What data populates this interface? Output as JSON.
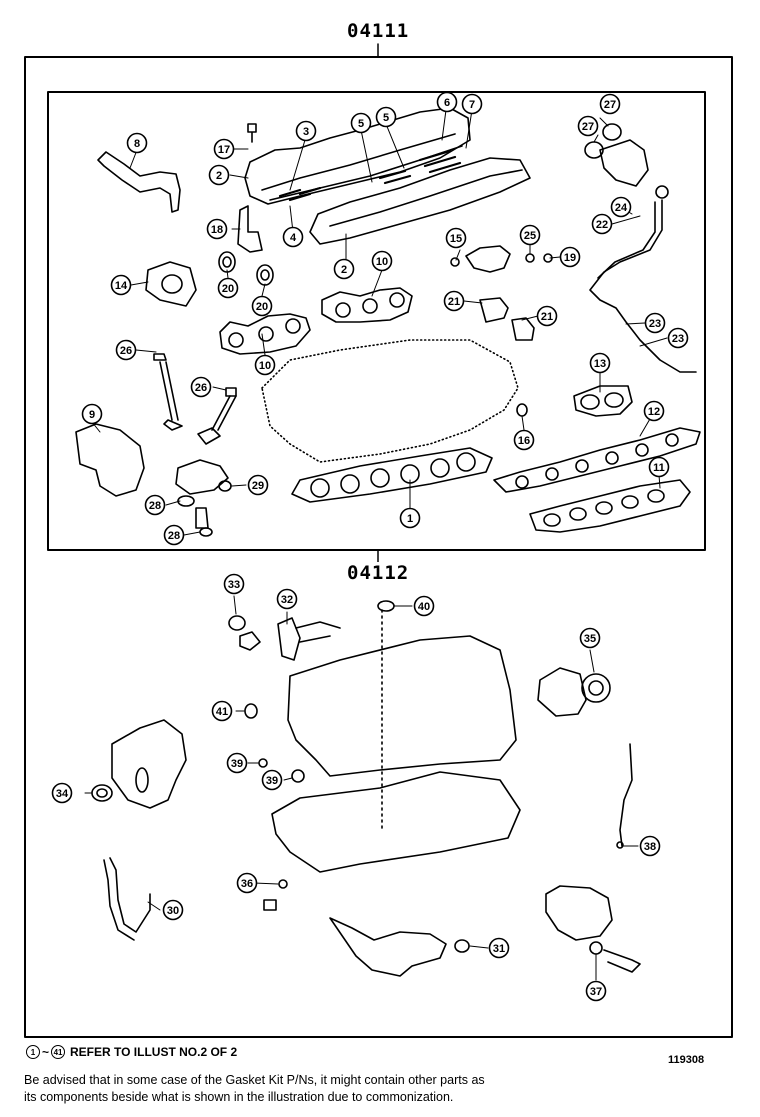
{
  "groups": {
    "upper_code": "04111",
    "lower_code": "04112"
  },
  "footer": {
    "range_start": "1",
    "range_tilde": "~",
    "range_end": "41",
    "refer_text": "REFER TO ILLUST NO.2 OF 2",
    "illustration_no": "119308",
    "disclaimer_line1": "Be advised that in some case of the Gasket Kit P/Ns,  it might contain other parts as",
    "disclaimer_line2": "its components beside what is shown in the illustration due to commonization."
  },
  "callouts": {
    "c1": "1",
    "c2a": "2",
    "c2b": "2",
    "c3": "3",
    "c4": "4",
    "c5a": "5",
    "c5b": "5",
    "c6": "6",
    "c7": "7",
    "c8": "8",
    "c9": "9",
    "c10a": "10",
    "c10b": "10",
    "c11": "11",
    "c12": "12",
    "c13": "13",
    "c14": "14",
    "c15": "15",
    "c16": "16",
    "c17": "17",
    "c18": "18",
    "c19": "19",
    "c20a": "20",
    "c20b": "20",
    "c21a": "21",
    "c21b": "21",
    "c22": "22",
    "c23a": "23",
    "c23b": "23",
    "c24": "24",
    "c25": "25",
    "c26a": "26",
    "c26b": "26",
    "c27a": "27",
    "c27b": "27",
    "c28a": "28",
    "c28b": "28",
    "c29": "29",
    "c30": "30",
    "c31": "31",
    "c32": "32",
    "c33": "33",
    "c34": "34",
    "c35": "35",
    "c36": "36",
    "c37": "37",
    "c38": "38",
    "c39a": "39",
    "c39b": "39",
    "c40": "40",
    "c41": "41"
  }
}
